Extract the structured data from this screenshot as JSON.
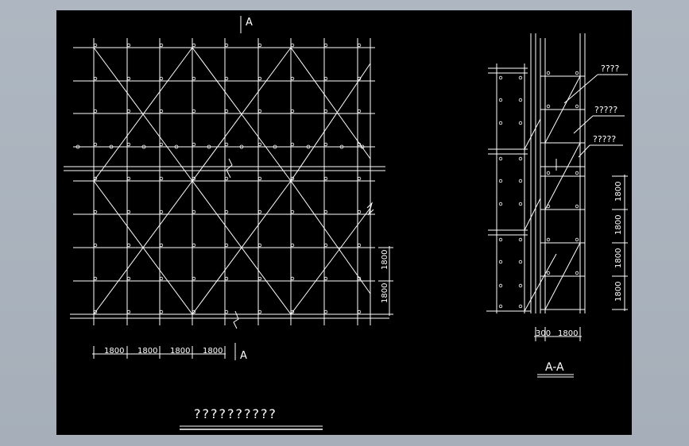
{
  "colors": {
    "background": "#000000",
    "line": "#ffffff",
    "frame": "#a9b2bc"
  },
  "elevation": {
    "section_mark_top": "A",
    "section_mark_bottom": "A",
    "dim_horizontal": [
      "1800",
      "1800",
      "1800",
      "1800"
    ],
    "dim_vertical": [
      "1800",
      "1800"
    ]
  },
  "section": {
    "title": "A-A",
    "labels": [
      "????",
      "?????",
      "?????"
    ],
    "dim_vertical": [
      "1800",
      "1800",
      "1800",
      "1800"
    ],
    "dim_bottom": [
      "300",
      "1800"
    ]
  },
  "drawing_title": "??????????"
}
